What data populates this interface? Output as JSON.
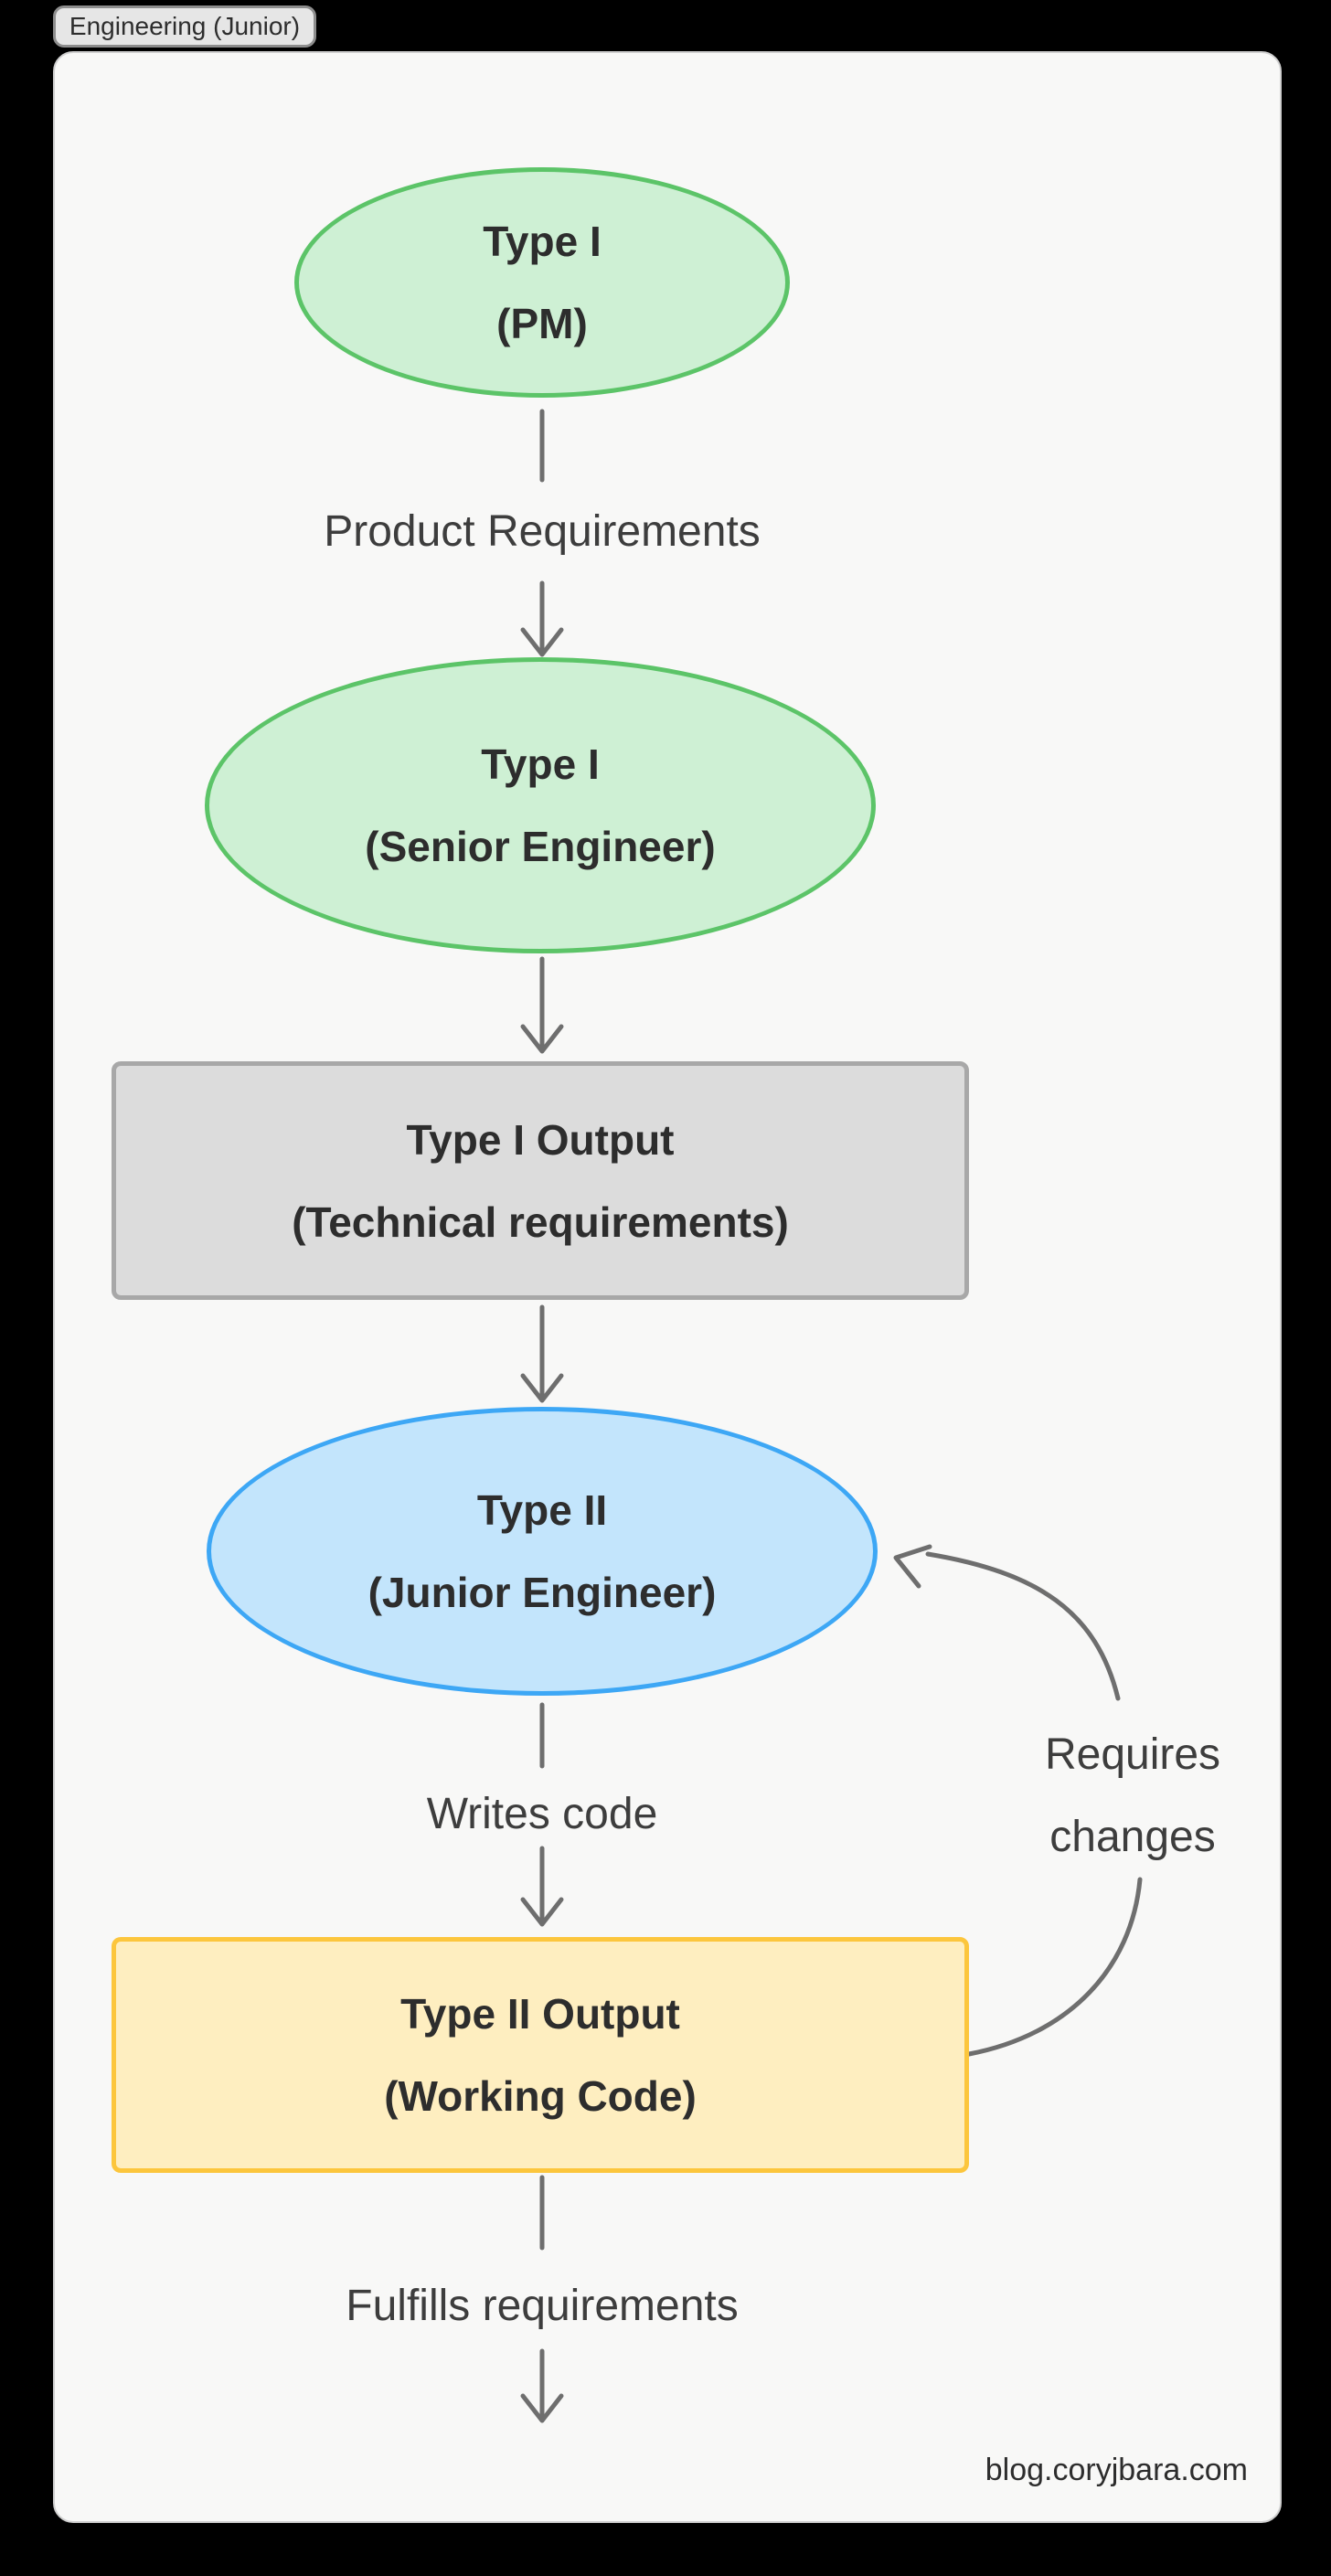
{
  "tab": {
    "label": "Engineering (Junior)"
  },
  "nodes": {
    "pm": {
      "line1": "Type I",
      "line2": "(PM)"
    },
    "senior": {
      "line1": "Type I",
      "line2": "(Senior Engineer)"
    },
    "type1_output": {
      "line1": "Type I Output",
      "line2": "(Technical requirements)"
    },
    "junior": {
      "line1": "Type II",
      "line2": "(Junior Engineer)"
    },
    "type2_output": {
      "line1": "Type II Output",
      "line2": "(Working Code)"
    }
  },
  "edges": {
    "product_requirements": "Product Requirements",
    "writes_code": "Writes code",
    "requires_changes_line1": "Requires",
    "requires_changes_line2": "changes",
    "fulfills_requirements": "Fulfills requirements"
  },
  "footer": {
    "watermark": "blog.coryjbara.com"
  },
  "colors": {
    "panel-bg": "#f8f8f7",
    "panel-border": "#cfcfcf",
    "tab-bg": "#e6e6e6",
    "tab-border": "#8d8d8d",
    "green-fill": "#cef0d4",
    "green-border": "#5cc468",
    "blue-fill": "#c3e5fc",
    "blue-border": "#3da7f5",
    "gray-fill": "#dcdcdc",
    "gray-border": "#a8a8a8",
    "yellow-fill": "#feeec0",
    "yellow-border": "#fcc63d",
    "arrow": "#6e6e6e",
    "text-dark": "#2d2d2d",
    "text-label": "#3d3d3d"
  }
}
